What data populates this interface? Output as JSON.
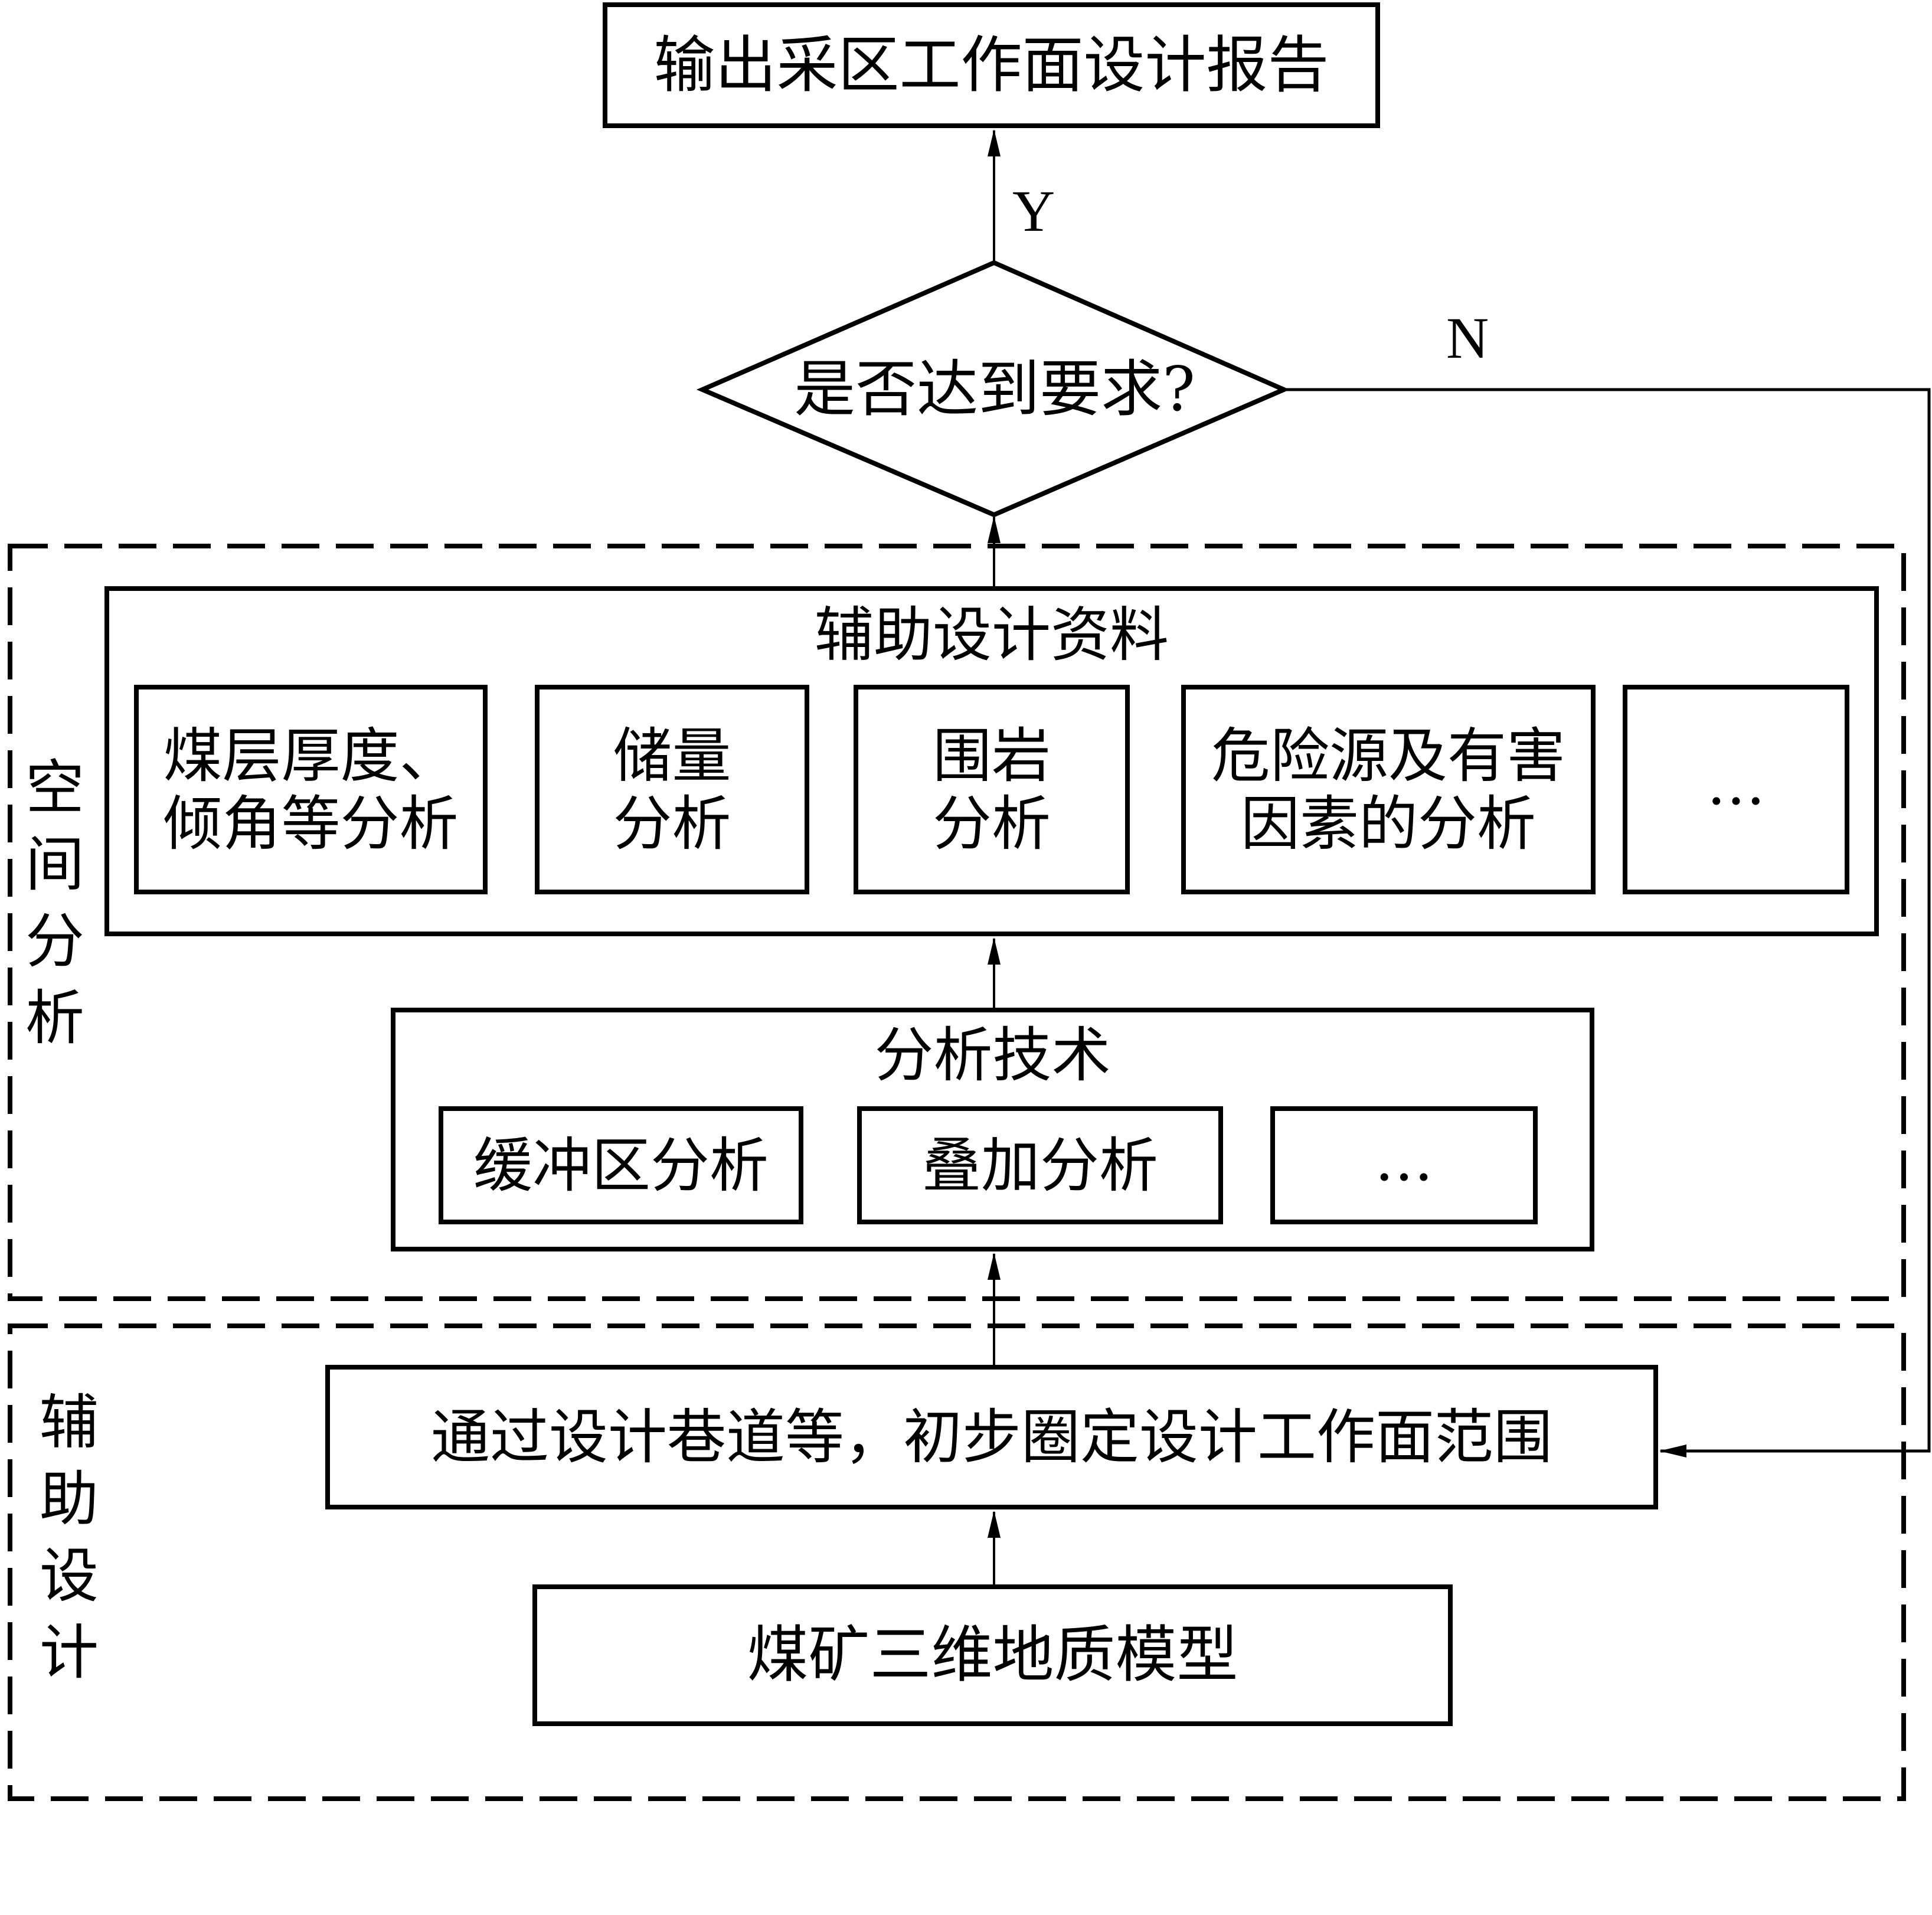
{
  "nodes": {
    "output_report": "输出采区工作面设计报告",
    "decision": "是否达到要求?",
    "aux_materials": {
      "title": "辅助设计资料",
      "items": [
        "煤层厚度、\n倾角等分析",
        "储量\n分析",
        "围岩\n分析",
        "危险源及有害\n因素的分析",
        "…"
      ]
    },
    "analysis_tech": {
      "title": "分析技术",
      "items": [
        "缓冲区分析",
        "叠加分析",
        "…"
      ]
    },
    "preliminary": "通过设计巷道等，初步圈定设计工作面范围",
    "geo_model": "煤矿三维地质模型"
  },
  "groups": {
    "spatial_analysis": "空\n间\n分\n析",
    "aux_design": "辅\n助\n设\n计"
  },
  "edges": {
    "yes_label": "Y",
    "no_label": "N"
  }
}
